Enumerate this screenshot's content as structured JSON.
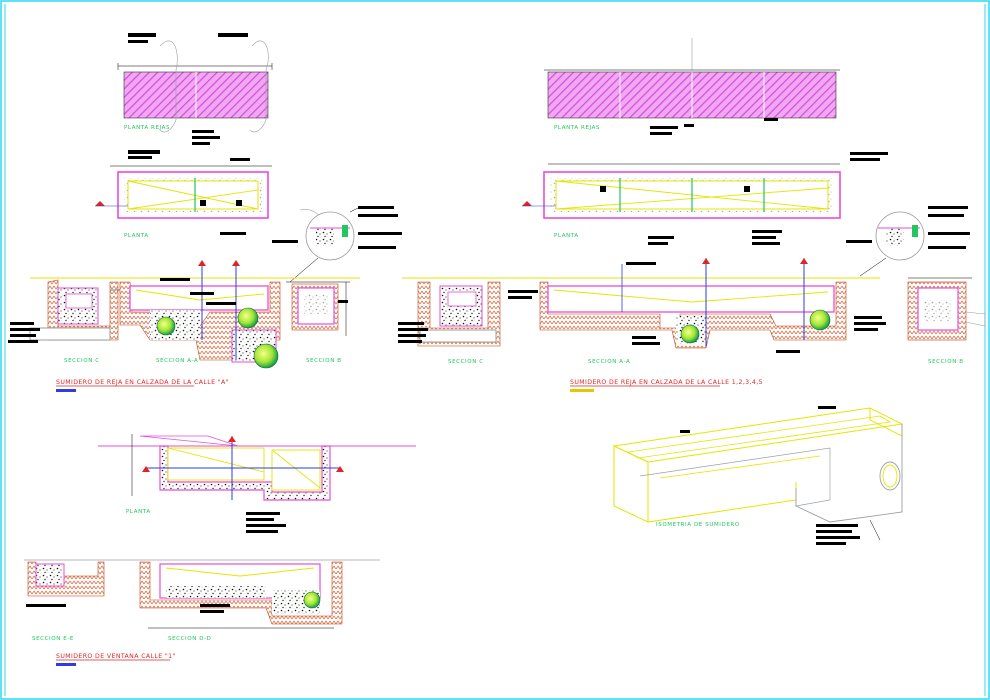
{
  "drawing": {
    "colors": {
      "background": "#ffffff",
      "frame": "#2ad9ef",
      "hatch": "#d946ef",
      "yellow": "#e5e500",
      "green_label": "#22c55e",
      "red_title": "#e02424",
      "blue": "#2b3fe0",
      "concrete": "#6b7280"
    },
    "group1": {
      "label_planta_rejas": "PLANTA REJAS",
      "label_planta": "PLANTA",
      "label_seccion_c": "SECCION  C",
      "label_seccion_aa": "SECCION A-A",
      "label_seccion_b": "SECCION  B",
      "title": "SUMIDERO  DE REJA EN CALZADA DE LA CALLE \"A\""
    },
    "group2": {
      "label_planta_rejas": "PLANTA REJAS",
      "label_planta": "PLANTA",
      "label_seccion_c": "SECCION  C",
      "label_seccion_aa": "SECCION A-A",
      "label_seccion_b": "SECCION  B",
      "title": "SUMIDERO  DE REJA EN CALZADA DE LA CALLE 1,2,3,4,5"
    },
    "group3": {
      "label_planta": "PLANTA",
      "label_seccion_ee": "SECCION  E-E",
      "label_seccion_dd": "SECCION  D-D",
      "title": "SUMIDERO  DE VENTANA  CALLE  \"1\""
    },
    "isometric": {
      "label": "ISOMETRIA DE SUMIDERO"
    }
  }
}
